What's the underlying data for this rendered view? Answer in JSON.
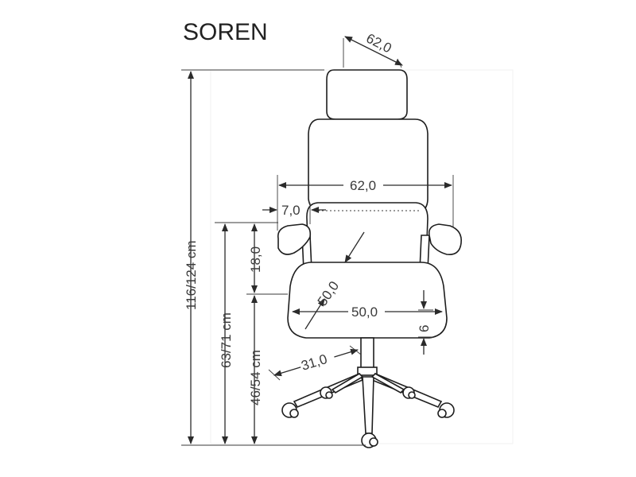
{
  "product": {
    "name": "SOREN"
  },
  "dimensions": {
    "head_width": "62,0",
    "armrest_span": "62,0",
    "armrest_offset": "7,0",
    "back_lower_height": "18,0",
    "seat_depth": "50,0",
    "seat_width": "50,0",
    "seat_thickness": "6",
    "base_radius": "31,0",
    "total_height": "116/124 cm",
    "armrest_height": "63/71 cm",
    "seat_height": "46/54 cm"
  },
  "colors": {
    "line": "#2b2b2b",
    "background": "#ffffff"
  }
}
